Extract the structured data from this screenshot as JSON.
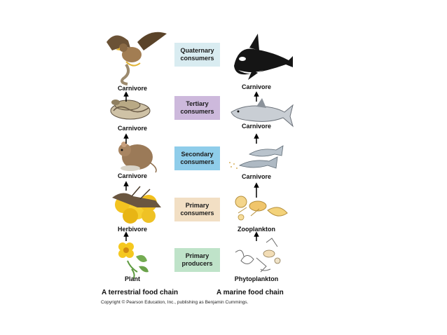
{
  "levels": [
    {
      "label": "Quaternary\nconsumers",
      "color": "#d9ecf1"
    },
    {
      "label": "Tertiary\nconsumers",
      "color": "#cdb9dc"
    },
    {
      "label": "Secondary\nconsumers",
      "color": "#8fcdea"
    },
    {
      "label": "Primary\nconsumers",
      "color": "#f2dfc4"
    },
    {
      "label": "Primary\nproducers",
      "color": "#bfe3c9"
    }
  ],
  "terrestrial": {
    "caption": "A terrestrial food chain",
    "labels": [
      "Carnivore",
      "Carnivore",
      "Carnivore",
      "Herbivore",
      "Plant"
    ],
    "icons": [
      "hawk-icon",
      "snake-icon",
      "mouse-icon",
      "grasshopper-icon",
      "flower-icon"
    ]
  },
  "marine": {
    "caption": "A marine food chain",
    "labels": [
      "Carnivore",
      "Carnivore",
      "Carnivore",
      "Zooplankton",
      "Phytoplankton"
    ],
    "icons": [
      "orca-icon",
      "shark-icon",
      "fish-icon",
      "zooplankton-icon",
      "phytoplankton-icon"
    ]
  },
  "copyright": "Copyright © Pearson Education, Inc., publishing as Benjamin Cummings."
}
